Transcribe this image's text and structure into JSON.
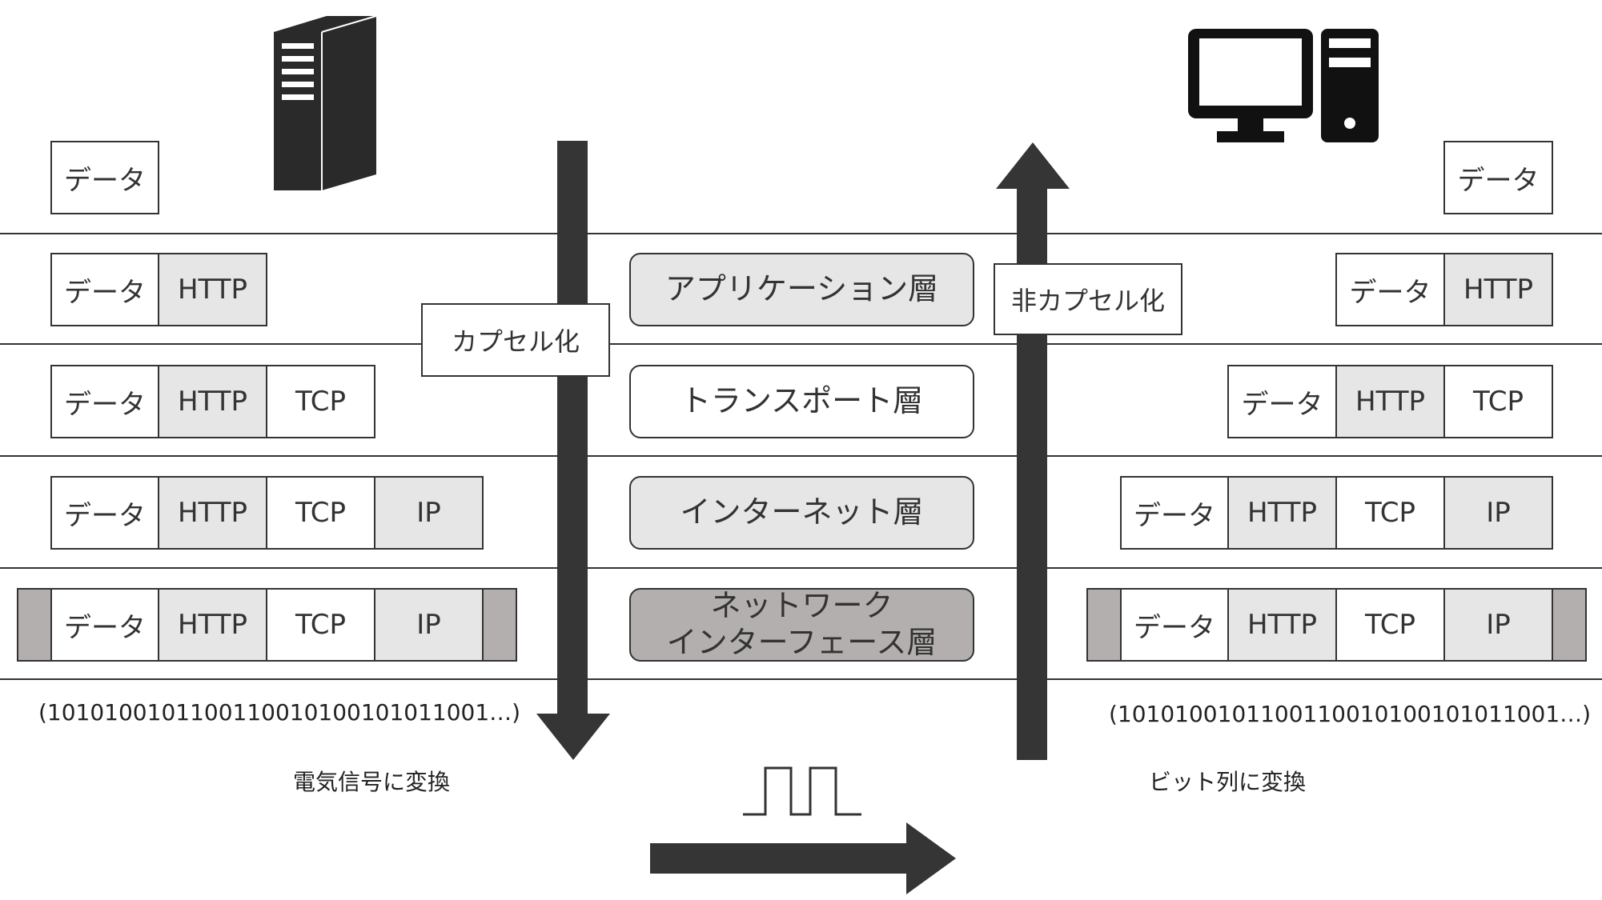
{
  "layers": [
    {
      "label": "アプリケーション層"
    },
    {
      "label": "トランスポート層"
    },
    {
      "label": "インターネット層"
    },
    {
      "label": "ネットワーク\nインターフェース層"
    }
  ],
  "packet_labels": {
    "data": "データ",
    "http": "HTTP",
    "tcp": "TCP",
    "ip": "IP"
  },
  "arrows": {
    "encapsulation": "カプセル化",
    "decapsulation": "非カプセル化"
  },
  "bits": "(1010100101100110010100101011001…)",
  "captions": {
    "sender": "電気信号に変換",
    "receiver": "ビット列に変換"
  },
  "icons": {
    "sender": "server-icon",
    "receiver": "desktop-computer-icon",
    "signal": "square-wave-icon"
  },
  "colors": {
    "line": "#333333",
    "arrow": "#353535",
    "header_fill": "#e6e6e6",
    "frame_fill": "#b3afae"
  }
}
